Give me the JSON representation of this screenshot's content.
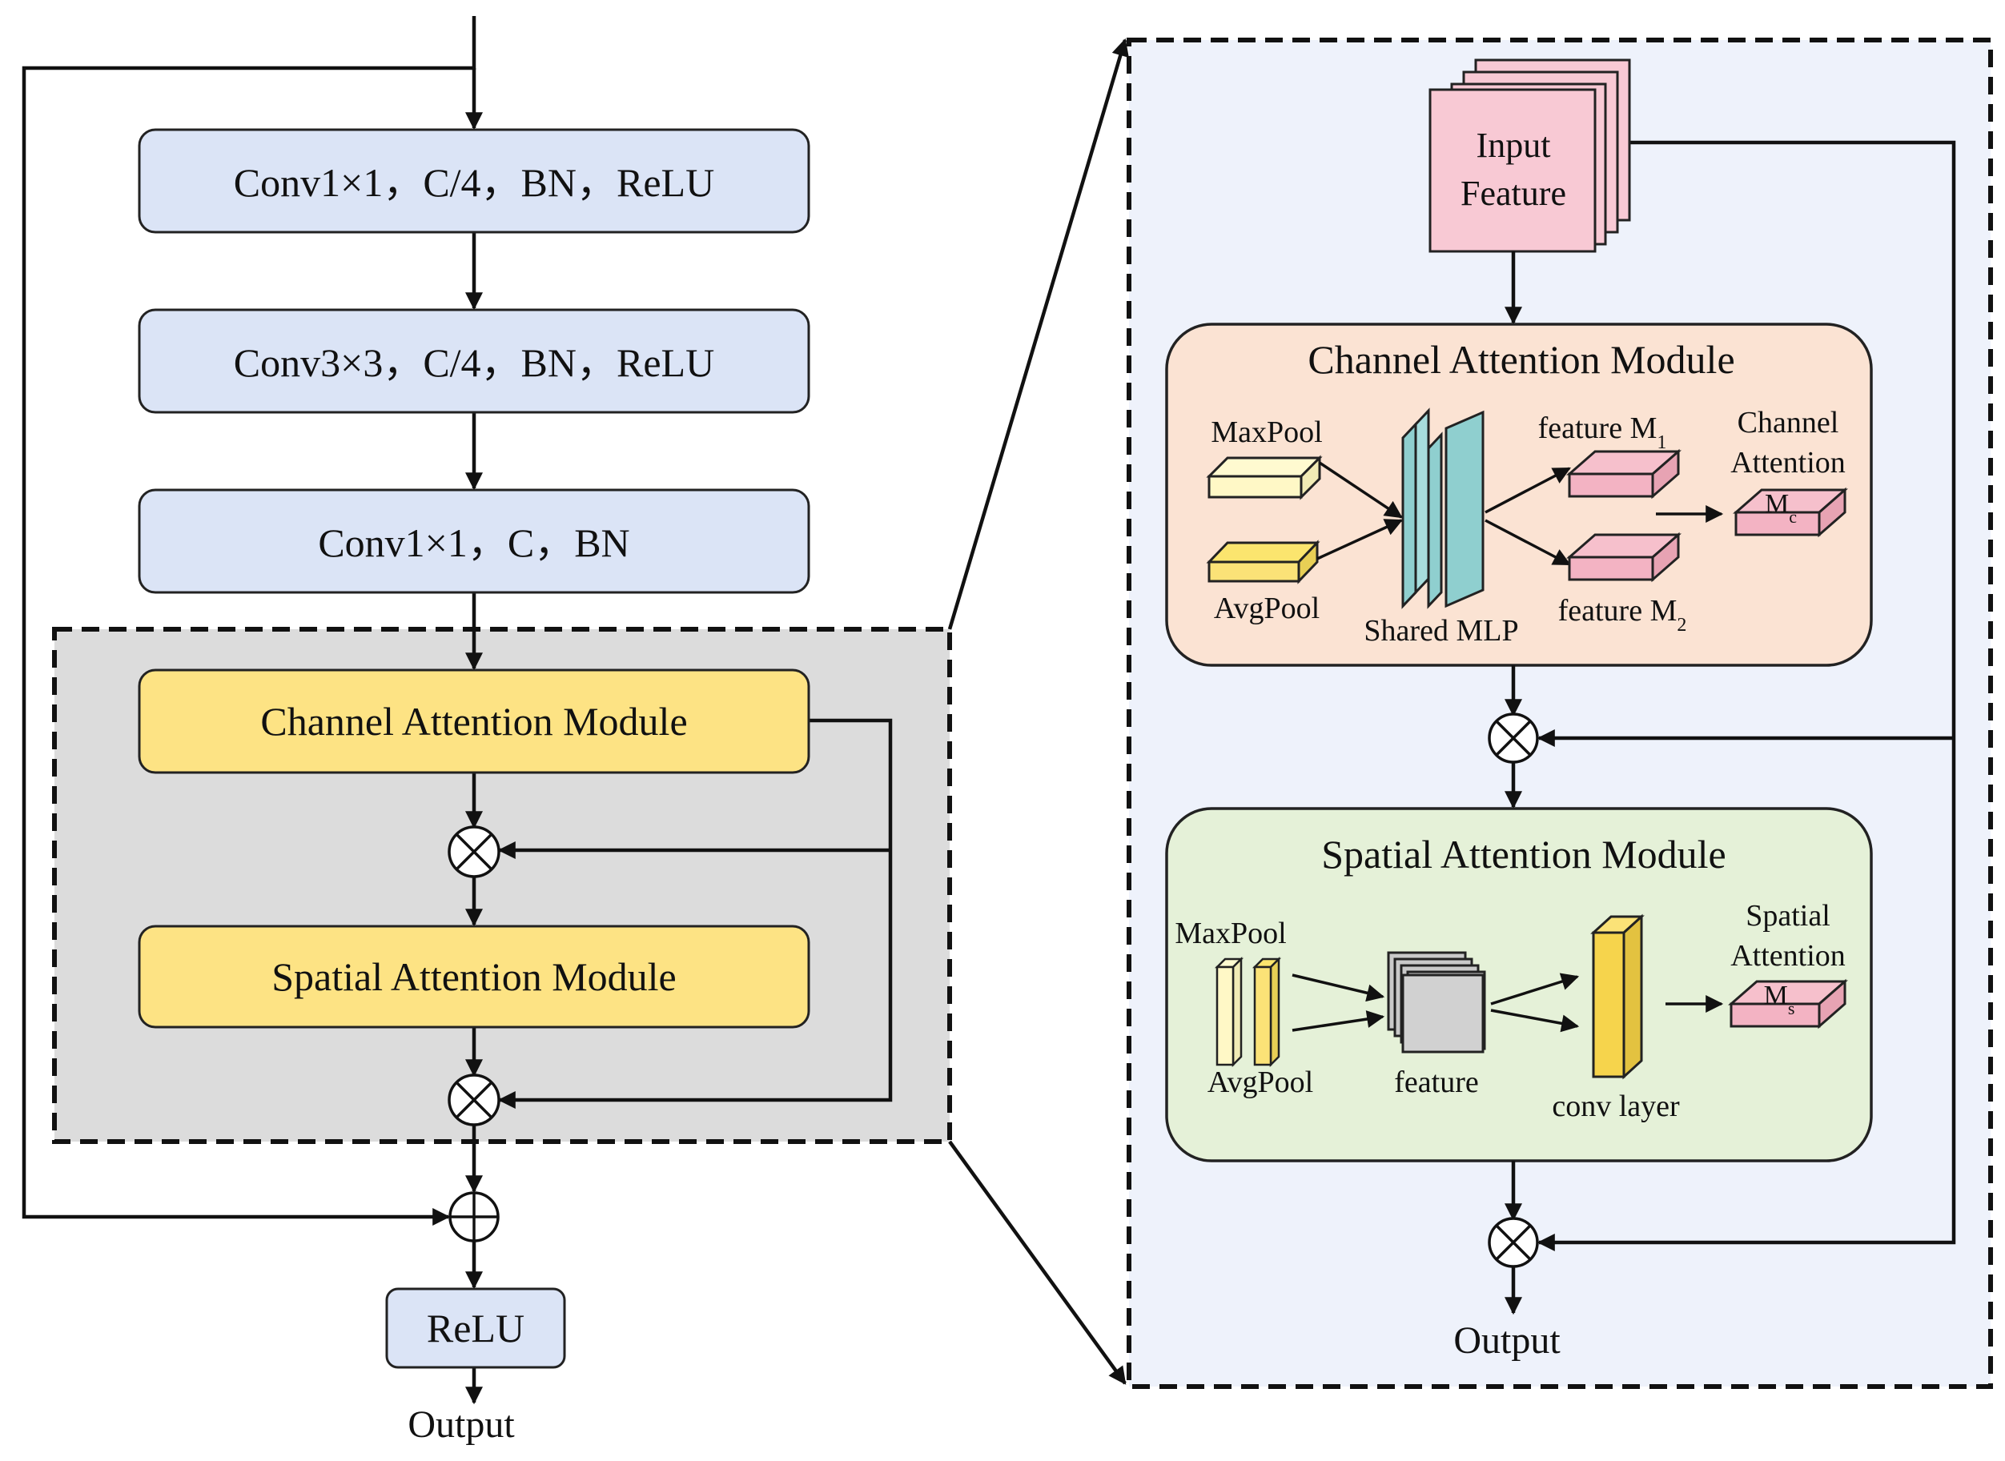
{
  "left": {
    "conv1": "Conv1×1，C/4，BN，ReLU",
    "conv2": "Conv3×3，C/4，BN，ReLU",
    "conv3": "Conv1×1，C，BN",
    "cam": "Channel Attention Module",
    "sam": "Spatial Attention Module",
    "relu": "ReLU",
    "output": "Output"
  },
  "right": {
    "input_line1": "Input",
    "input_line2": "Feature",
    "cam": {
      "title": "Channel Attention Module",
      "maxpool": "MaxPool",
      "avgpool": "AvgPool",
      "shared_mlp": "Shared MLP",
      "feature_m1": "feature M",
      "feature_m1_sub": "1",
      "feature_m2": "feature M",
      "feature_m2_sub": "2",
      "ca_line1": "Channel",
      "ca_line2": "Attention",
      "mc": "M",
      "mc_sub": "c"
    },
    "sam": {
      "title": "Spatial Attention Module",
      "maxpool": "MaxPool",
      "avgpool": "AvgPool",
      "feature": "feature",
      "conv_layer": "conv layer",
      "sa_line1": "Spatial",
      "sa_line2": "Attention",
      "ms": "M",
      "ms_sub": "s"
    },
    "output": "Output"
  },
  "colors": {
    "blue_box": "#dbe4f6",
    "yellow_box": "#fde384",
    "gray_panel": "#dcdcdc",
    "right_panel": "#eef2fb",
    "cam_panel": "#fbe3d3",
    "sam_panel": "#e5f1d8",
    "pink_block": "#f3b3c3",
    "teal_mlp": "#8fcfcf"
  }
}
